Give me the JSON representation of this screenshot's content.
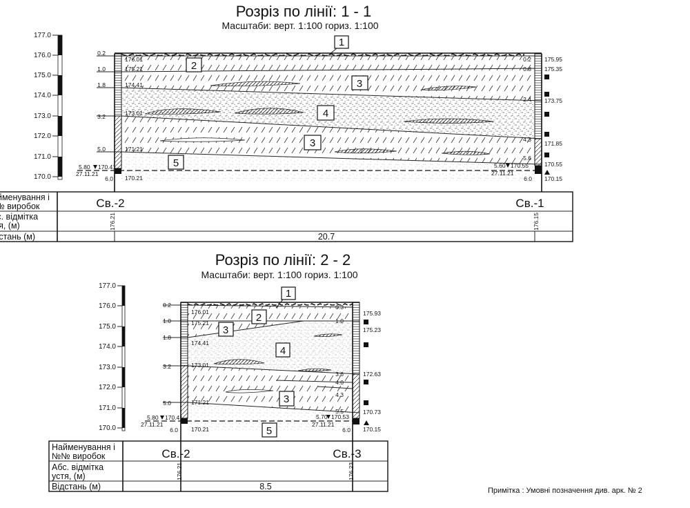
{
  "section1": {
    "title": "Розріз по лінії: 1 - 1",
    "scales": "Масштаби: верт. 1:100 гориз. 1:100",
    "scale_ticks": [
      "177.0",
      "176.0",
      "175.0",
      "174.0",
      "173.0",
      "172.0",
      "171.0",
      "170.0"
    ],
    "layers": [
      "1",
      "2",
      "3",
      "4",
      "3",
      "5"
    ],
    "left_well": {
      "depths": [
        "0.2",
        "1.0",
        "1.8",
        "3.2",
        "5.0"
      ],
      "elevations": [
        "176.01",
        "175.21",
        "174.41",
        "173.01",
        "171.21"
      ],
      "water_depth": "5.80",
      "water_elev": "170.41",
      "water_date": "27.11.21",
      "bottom_depth": "6.0",
      "bottom_elev": "170.21"
    },
    "right_well": {
      "depths": [
        "0.2",
        "0.8",
        "2.4",
        "4.3",
        "5.6"
      ],
      "elevations": [
        "175.95",
        "175.35",
        "173.75",
        "171.85",
        "170.55"
      ],
      "water_depth": "5.60",
      "water_elev": "170.55",
      "water_date": "27.11.21",
      "bottom_depth": "6.0",
      "bottom_elev": "170.15"
    },
    "table": {
      "row_names": [
        "Найменування і",
        "№№ виробок"
      ],
      "row_elev": [
        "Абс. відмітка",
        "устя, (м)"
      ],
      "row_dist": "Відстань (м)",
      "wells": [
        "Св.-2",
        "Св.-1"
      ],
      "elevations": [
        "176.21",
        "176.15"
      ],
      "distance": "20.7"
    }
  },
  "section2": {
    "title": "Розріз по лінії: 2 - 2",
    "scales": "Масштаби: верт. 1:100 гориз. 1:100",
    "scale_ticks": [
      "177.0",
      "176.0",
      "175.0",
      "174.0",
      "173.0",
      "172.0",
      "171.0",
      "170.0"
    ],
    "layers": [
      "1",
      "2",
      "3",
      "4",
      "3",
      "5"
    ],
    "left_well": {
      "depths": [
        "0.2",
        "1.0",
        "1.8",
        "3.2",
        "5.0"
      ],
      "elevations": [
        "176.01",
        "175.21",
        "174.41",
        "173.01",
        "171.21"
      ],
      "water_depth": "5.80",
      "water_elev": "170.41",
      "water_date": "27.11.21",
      "bottom_depth": "6.0",
      "bottom_elev": "170.21"
    },
    "right_well": {
      "depths": [
        "0.3",
        "1.0",
        "3.6",
        "4.0",
        "4.3",
        "5.5"
      ],
      "elevations": [
        "175.93",
        "175.23",
        "172.63",
        "170.73"
      ],
      "water_depth": "5.70",
      "water_elev": "170.53",
      "water_date": "27.11.21",
      "bottom_depth": "6.0",
      "bottom_elev": "170.15"
    },
    "table": {
      "row_names": [
        "Найменування і",
        "№№ виробок"
      ],
      "row_elev": [
        "Абс. відмітка",
        "устя, (м)"
      ],
      "row_dist": "Відстань (м)",
      "wells": [
        "Св.-2",
        "Св.-3"
      ],
      "elevations": [
        "176.21",
        "176.23"
      ],
      "distance": "8.5"
    }
  },
  "note": "Примітка : Умовні позначення див. арк. № 2",
  "colors": {
    "line": "#111111",
    "sand_dots": "#333333",
    "fine_sand_dots": "#aaaaaa"
  },
  "icons": {
    "sample": "black-square-icon",
    "sample_bottom": "black-triangle-icon",
    "water_level": "down-triangle-icon"
  }
}
